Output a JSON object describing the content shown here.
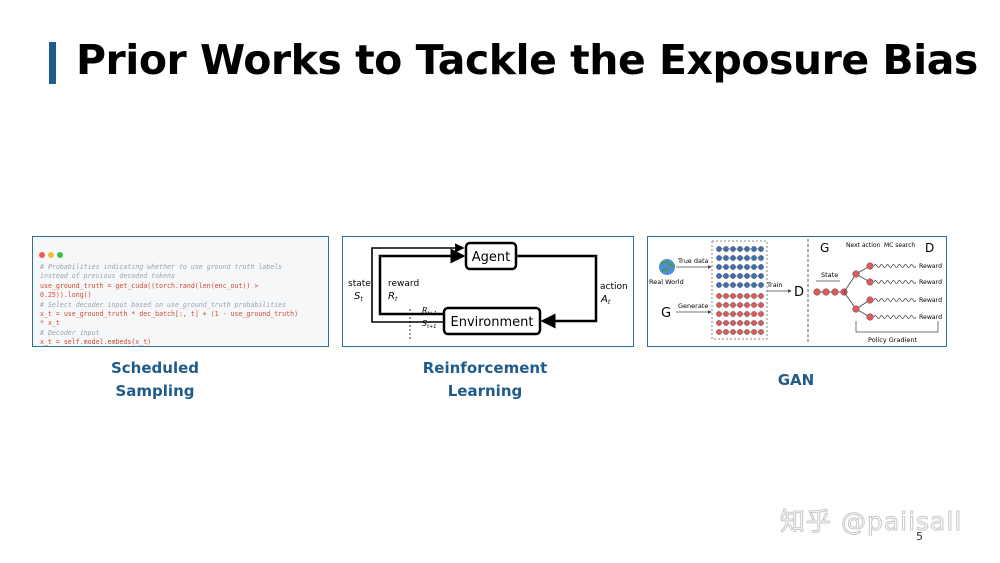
{
  "slide": {
    "title": "Prior Works to Tackle the Exposure Bias",
    "page_number": "5",
    "watermark": "知乎 @paiisall",
    "accent_color": "#1f5c8b"
  },
  "code_panel": {
    "window_dot_colors": [
      "#ee5b55",
      "#f5bd3c",
      "#38c24a"
    ],
    "lines": [
      {
        "cls": "c",
        "text": "# Probabilities indicating whether to use ground truth labels"
      },
      {
        "cls": "c",
        "text": "instead of previous decoded tokens"
      },
      {
        "cls": "",
        "text": "use_ground_truth = get_cuda((torch.rand(len(enc_out)) >"
      },
      {
        "cls": "",
        "text": "0.25)).long()"
      },
      {
        "cls": "c",
        "text": "# Select decoder input based on use_ground_truth probabilities"
      },
      {
        "cls": "",
        "text": "x_t = use_ground_truth * dec_batch[:, t] + (1 - use_ground_truth)"
      },
      {
        "cls": "",
        "text": "* x_t"
      },
      {
        "cls": "c",
        "text": "# Decoder input"
      },
      {
        "cls": "",
        "text": "x_t = self.model.embeds(x_t)"
      }
    ]
  },
  "rl_diagram": {
    "agent": "Agent",
    "environment": "Environment",
    "state": "state",
    "state_symbol": "S",
    "state_sub": "t",
    "reward": "reward",
    "reward_symbol": "R",
    "reward_sub": "t",
    "action": "action",
    "action_symbol": "A",
    "action_sub": "t",
    "next_reward_symbol": "R",
    "next_reward_sub": "t+1",
    "next_state_symbol": "S",
    "next_state_sub": "t+1"
  },
  "gan_diagram": {
    "true_data": "True data",
    "real_world": "Real World",
    "generate": "Generate",
    "g_left": "G",
    "train": "Train",
    "d_mid": "D",
    "g_right": "G",
    "next_action": "Next action",
    "mc_search": "MC search",
    "d_right": "D",
    "state": "State",
    "reward": "Reward",
    "policy_gradient": "Policy Gradient",
    "real_color": "#3d6fb6",
    "fake_color": "#e05a5a"
  },
  "captions": {
    "scheduled_sampling": [
      "Scheduled",
      "Sampling"
    ],
    "reinforcement_learning": [
      "Reinforcement",
      "Learning"
    ],
    "gan": "GAN"
  }
}
